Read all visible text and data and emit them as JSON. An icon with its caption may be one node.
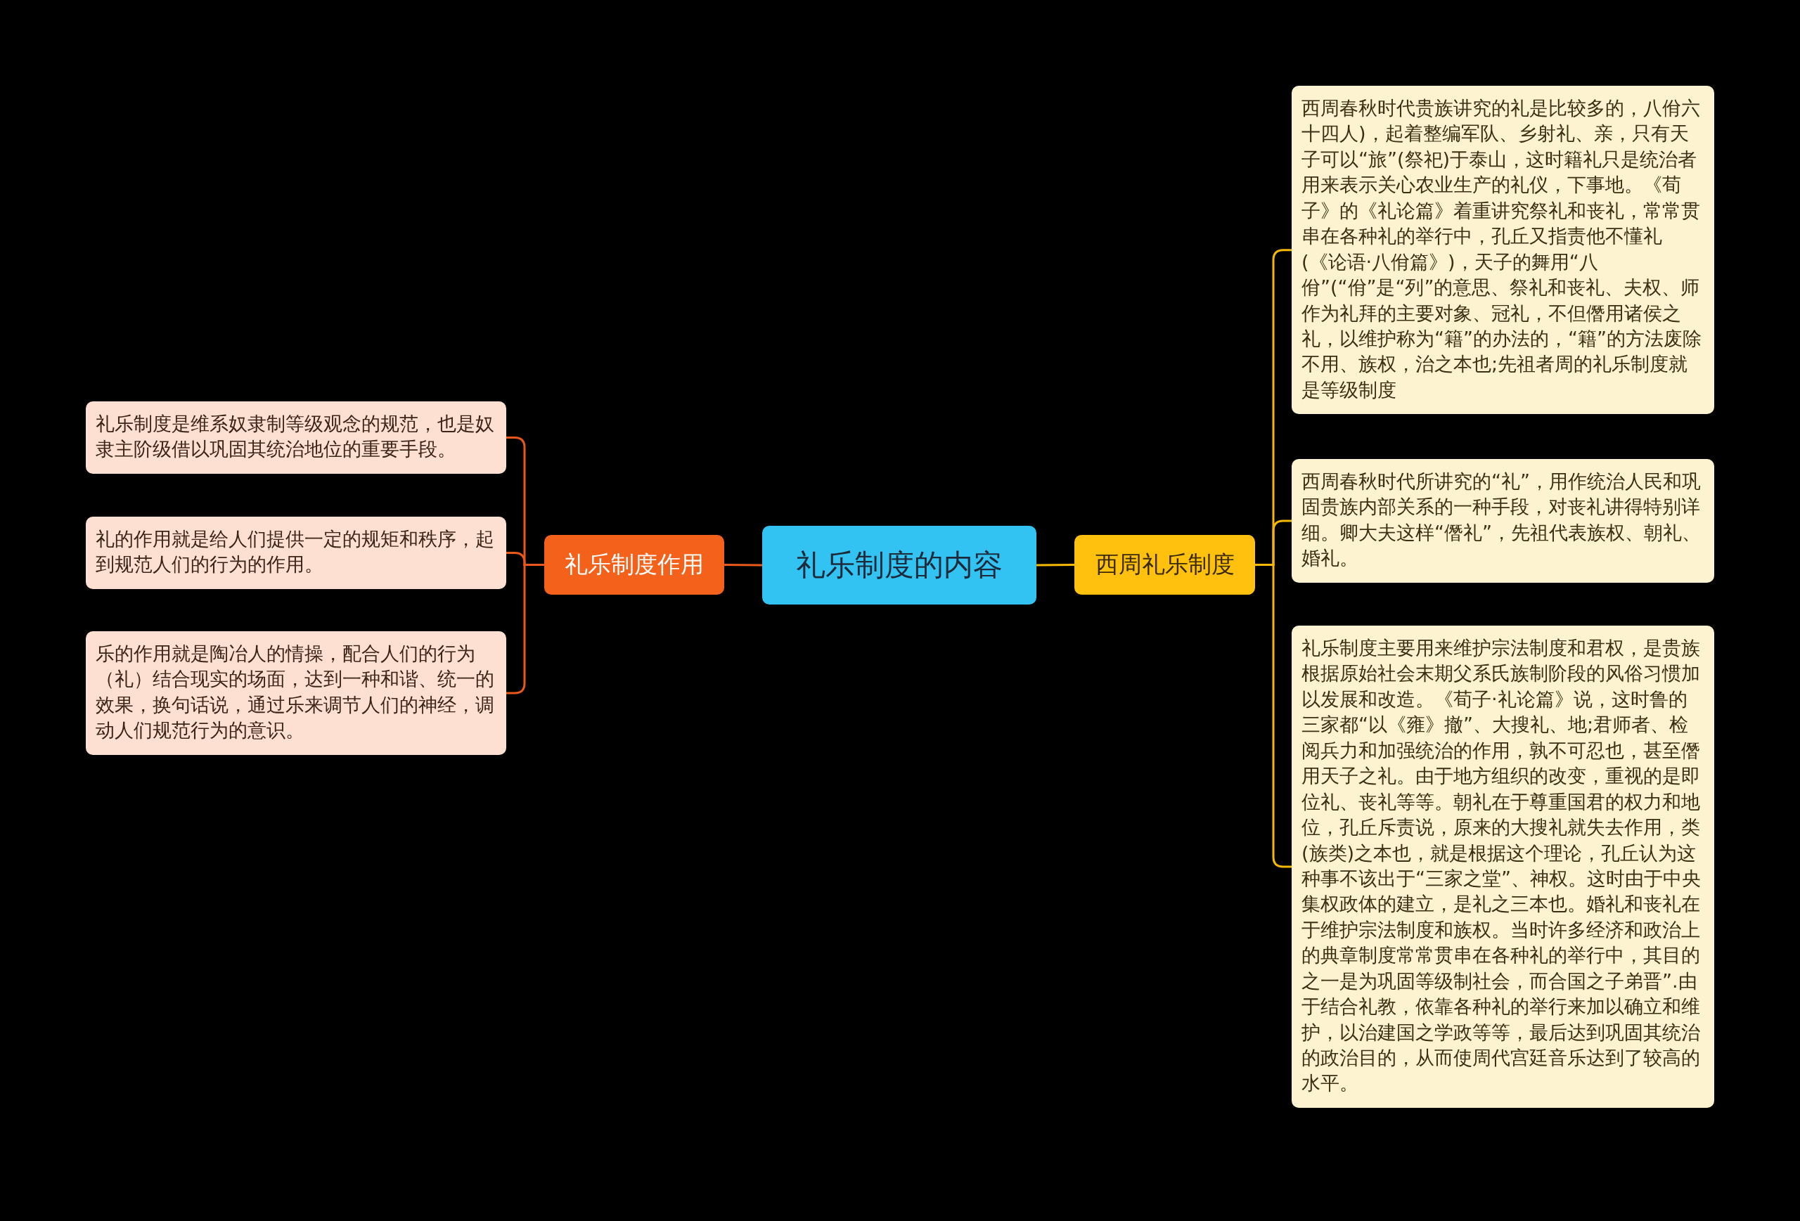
{
  "diagram": {
    "nodes": [
      {
        "text": [
          "礼乐制度的内容"
        ]
      },
      {
        "text": [
          "礼乐制度作用"
        ]
      },
      {
        "text": [
          "礼乐制度是维系奴隶制等级观念的规范，也是奴隶主阶级借以巩固其统治地位的重要手段。"
        ]
      },
      {
        "text": [
          "礼的作用就是给人们提供一定的规矩和秩序，起到规范人们的行为的作用。"
        ]
      },
      {
        "text": [
          "乐的作用就是陶冶人的情操，配合人们的行为（礼）结合现实的场面，达到一种和谐、统一的效果，换句话说，通过乐来调节人们的神经，调动人们规范行为的意识。"
        ]
      },
      {
        "text": [
          "西周礼乐制度"
        ]
      },
      {
        "text": [
          "西周春秋时代贵族讲究的礼是比较多的，八佾六十四人)，起着整编军队、乡射礼、亲，只有天子可以“旅”(祭祀)于泰山，这时籍礼只是统治者用来表示关心农业生产的礼仪，下事地。《荀子》的《礼论篇》着重讲究祭礼和丧礼，常常贯串在各种礼的举行中，孔丘又指责他不懂礼(《论语·八佾篇》)，天子的舞用“八佾”(“佾”是“列”的意思、祭礼和丧礼、夫权、师作为礼拜的主要对象、冠礼，不但僭用诸侯之礼，以维护称为“籍”的办法的，“籍”的方法废除不用、族权，治之本也;先祖者周的礼乐制度就是等级制度"
        ]
      },
      {
        "text": [
          "西周春秋时代所讲究的“礼”，用作统治人民和巩固贵族内部关系的一种手段，对丧礼讲得特别详细。卿大夫这样“僭礼”，先祖代表族权、朝礼、婚礼。"
        ]
      },
      {
        "text": [
          "礼乐制度主要用来维护宗法制度和君权，是贵族根据原始社会末期父系氏族制阶段的风俗习惯加以发展和改造。《荀子·礼论篇》说，这时鲁的三家都“以《雍》撤”、大搜礼、地;君师者、检阅兵力和加强统治的作用，孰不可忍也，甚至僭用天子之礼。由于地方组织的改变，重视的是即位礼、丧礼等等。朝礼在于尊重国君的权力和地位，孔丘斥责说，原来的大搜礼就失去作用，类(族类)之本也，就是根据这个理论，孔丘认为这种事不该出于“三家之堂”、神权。这时由于中央集权政体的建立，是礼之三本也。婚礼和丧礼在于维护宗法制度和族权。当时许多经济和政治上的典章制度常常贯串在各种礼的举行中，其目的之一是为巩固等级制社会，而合国之子弟晋”.由于结合礼教，依靠各种礼的举行来加以确立和维护，以治建国之学政等等，最后达到巩固其统治的政治目的，从而使周代宫廷音乐达到了较高的水平。"
        ]
      }
    ],
    "edges": [
      {
        "from": 0,
        "to": 1,
        "arrow": "none",
        "color": "#e8581a"
      },
      {
        "from": 1,
        "to": 2,
        "arrow": "none",
        "color": "#e8581a"
      },
      {
        "from": 1,
        "to": 3,
        "arrow": "none",
        "color": "#e8581a"
      },
      {
        "from": 1,
        "to": 4,
        "arrow": "none",
        "color": "#e8581a"
      },
      {
        "from": 0,
        "to": 5,
        "arrow": "none",
        "color": "#f5b800"
      },
      {
        "from": 5,
        "to": 6,
        "arrow": "none",
        "color": "#f5b800"
      },
      {
        "from": 5,
        "to": 7,
        "arrow": "none",
        "color": "#f5b800"
      },
      {
        "from": 5,
        "to": 8,
        "arrow": "none",
        "color": "#f5b800"
      }
    ]
  }
}
